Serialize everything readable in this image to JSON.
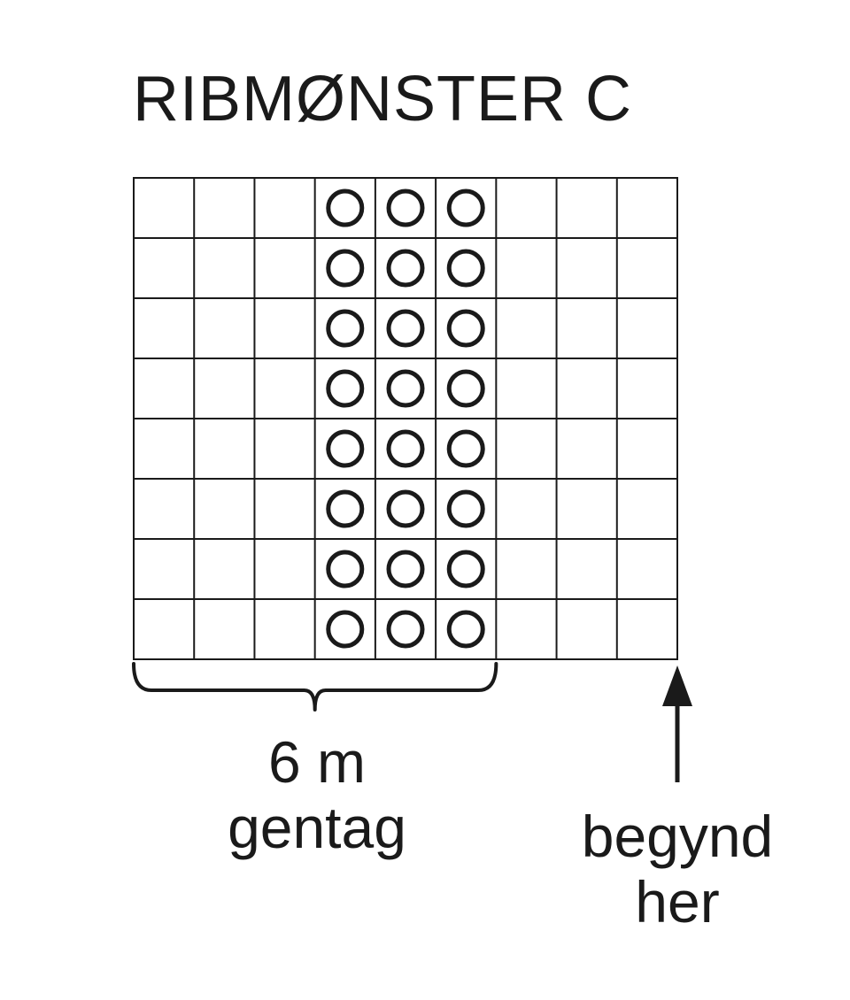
{
  "title": "RIBMØNSTER C",
  "grid": {
    "columns": 9,
    "rows": 8,
    "symbol_columns": [
      4,
      5,
      6
    ],
    "symbol_name": "circle-purl-icon"
  },
  "repeat": {
    "count_label": "6 m",
    "word_label": "gentag",
    "columns_spanned": 6
  },
  "start": {
    "line1": "begynd",
    "line2": "her",
    "arrow_name": "up-arrow-icon"
  },
  "colors": {
    "ink": "#1a1a1a",
    "background": "#ffffff"
  }
}
